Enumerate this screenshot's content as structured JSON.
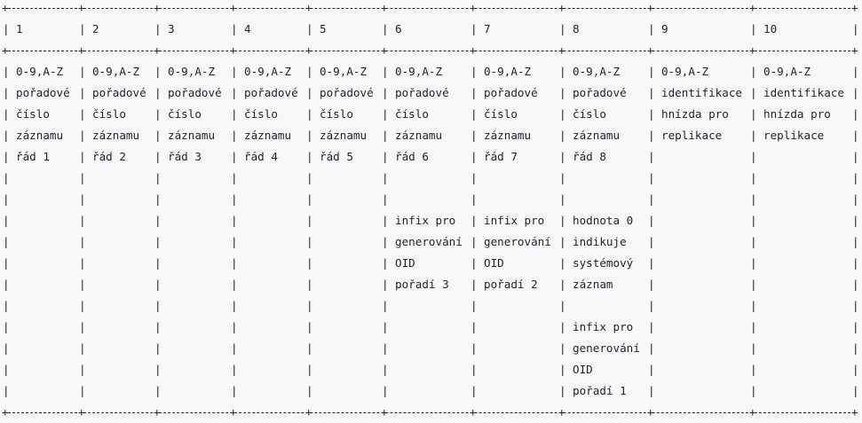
{
  "header": [
    "1",
    "2",
    "3",
    "4",
    "5",
    "6",
    "7",
    "8",
    "9",
    "10"
  ],
  "rows": [
    [
      "0-9,A-Z",
      "0-9,A-Z",
      "0-9,A-Z",
      "0-9,A-Z",
      "0-9,A-Z",
      "0-9,A-Z",
      "0-9,A-Z",
      "0-9,A-Z",
      "0-9,A-Z",
      "0-9,A-Z"
    ],
    [
      "pořadové",
      "pořadové",
      "pořadové",
      "pořadové",
      "pořadové",
      "pořadové",
      "pořadové",
      "pořadové",
      "identifikace",
      "identifikace"
    ],
    [
      "číslo",
      "číslo",
      "číslo",
      "číslo",
      "číslo",
      "číslo",
      "číslo",
      "číslo",
      "hnízda pro",
      "hnízda pro"
    ],
    [
      "záznamu",
      "záznamu",
      "záznamu",
      "záznamu",
      "záznamu",
      "záznamu",
      "záznamu",
      "záznamu",
      "replikace",
      "replikace"
    ],
    [
      "řád 1",
      "řád 2",
      "řád 3",
      "řád 4",
      "řád 5",
      "řád 6",
      "řád 7",
      "řád 8",
      "",
      ""
    ],
    [
      "",
      "",
      "",
      "",
      "",
      "",
      "",
      "",
      "",
      ""
    ],
    [
      "",
      "",
      "",
      "",
      "",
      "",
      "",
      "",
      "",
      ""
    ],
    [
      "",
      "",
      "",
      "",
      "",
      "infix pro",
      "infix pro",
      "hodnota 0",
      "",
      ""
    ],
    [
      "",
      "",
      "",
      "",
      "",
      "generování",
      "generování",
      "indikuje",
      "",
      ""
    ],
    [
      "",
      "",
      "",
      "",
      "",
      "OID",
      "OID",
      "systémový",
      "",
      ""
    ],
    [
      "",
      "",
      "",
      "",
      "",
      "pořadí 3",
      "pořadí 2",
      "záznam",
      "",
      ""
    ],
    [
      "",
      "",
      "",
      "",
      "",
      "",
      "",
      "",
      "",
      ""
    ],
    [
      "",
      "",
      "",
      "",
      "",
      "",
      "",
      "infix pro",
      "",
      ""
    ],
    [
      "",
      "",
      "",
      "",
      "",
      "",
      "",
      "generování",
      "",
      ""
    ],
    [
      "",
      "",
      "",
      "",
      "",
      "",
      "",
      "OID",
      "",
      ""
    ],
    [
      "",
      "",
      "",
      "",
      "",
      "",
      "",
      "pořadí 1",
      "",
      ""
    ]
  ]
}
